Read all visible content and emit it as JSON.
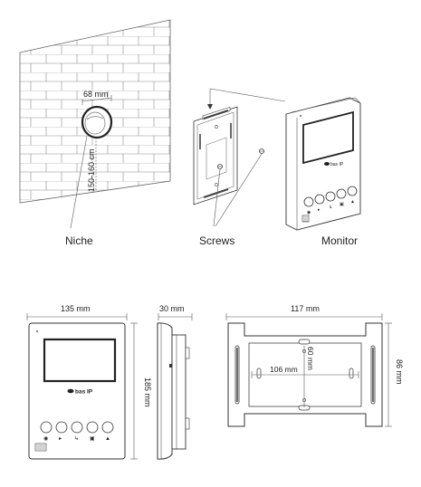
{
  "installation": {
    "niche": {
      "label": "Niche",
      "diameter": "68 mm",
      "height_range": "150-160 cm"
    },
    "screws_label": "Screws",
    "monitor_label": "Monitor",
    "brand": "bas IP"
  },
  "dimensions": {
    "monitor_width": "135 mm",
    "monitor_height": "185 mm",
    "monitor_depth": "30 mm",
    "bracket_width": "117 mm",
    "bracket_height": "86 mm",
    "bracket_inner_width": "106 mm",
    "bracket_inner_height": "60 mm"
  },
  "brand_logo": "bas IP",
  "colors": {
    "line": "#333333",
    "background": "#ffffff"
  }
}
